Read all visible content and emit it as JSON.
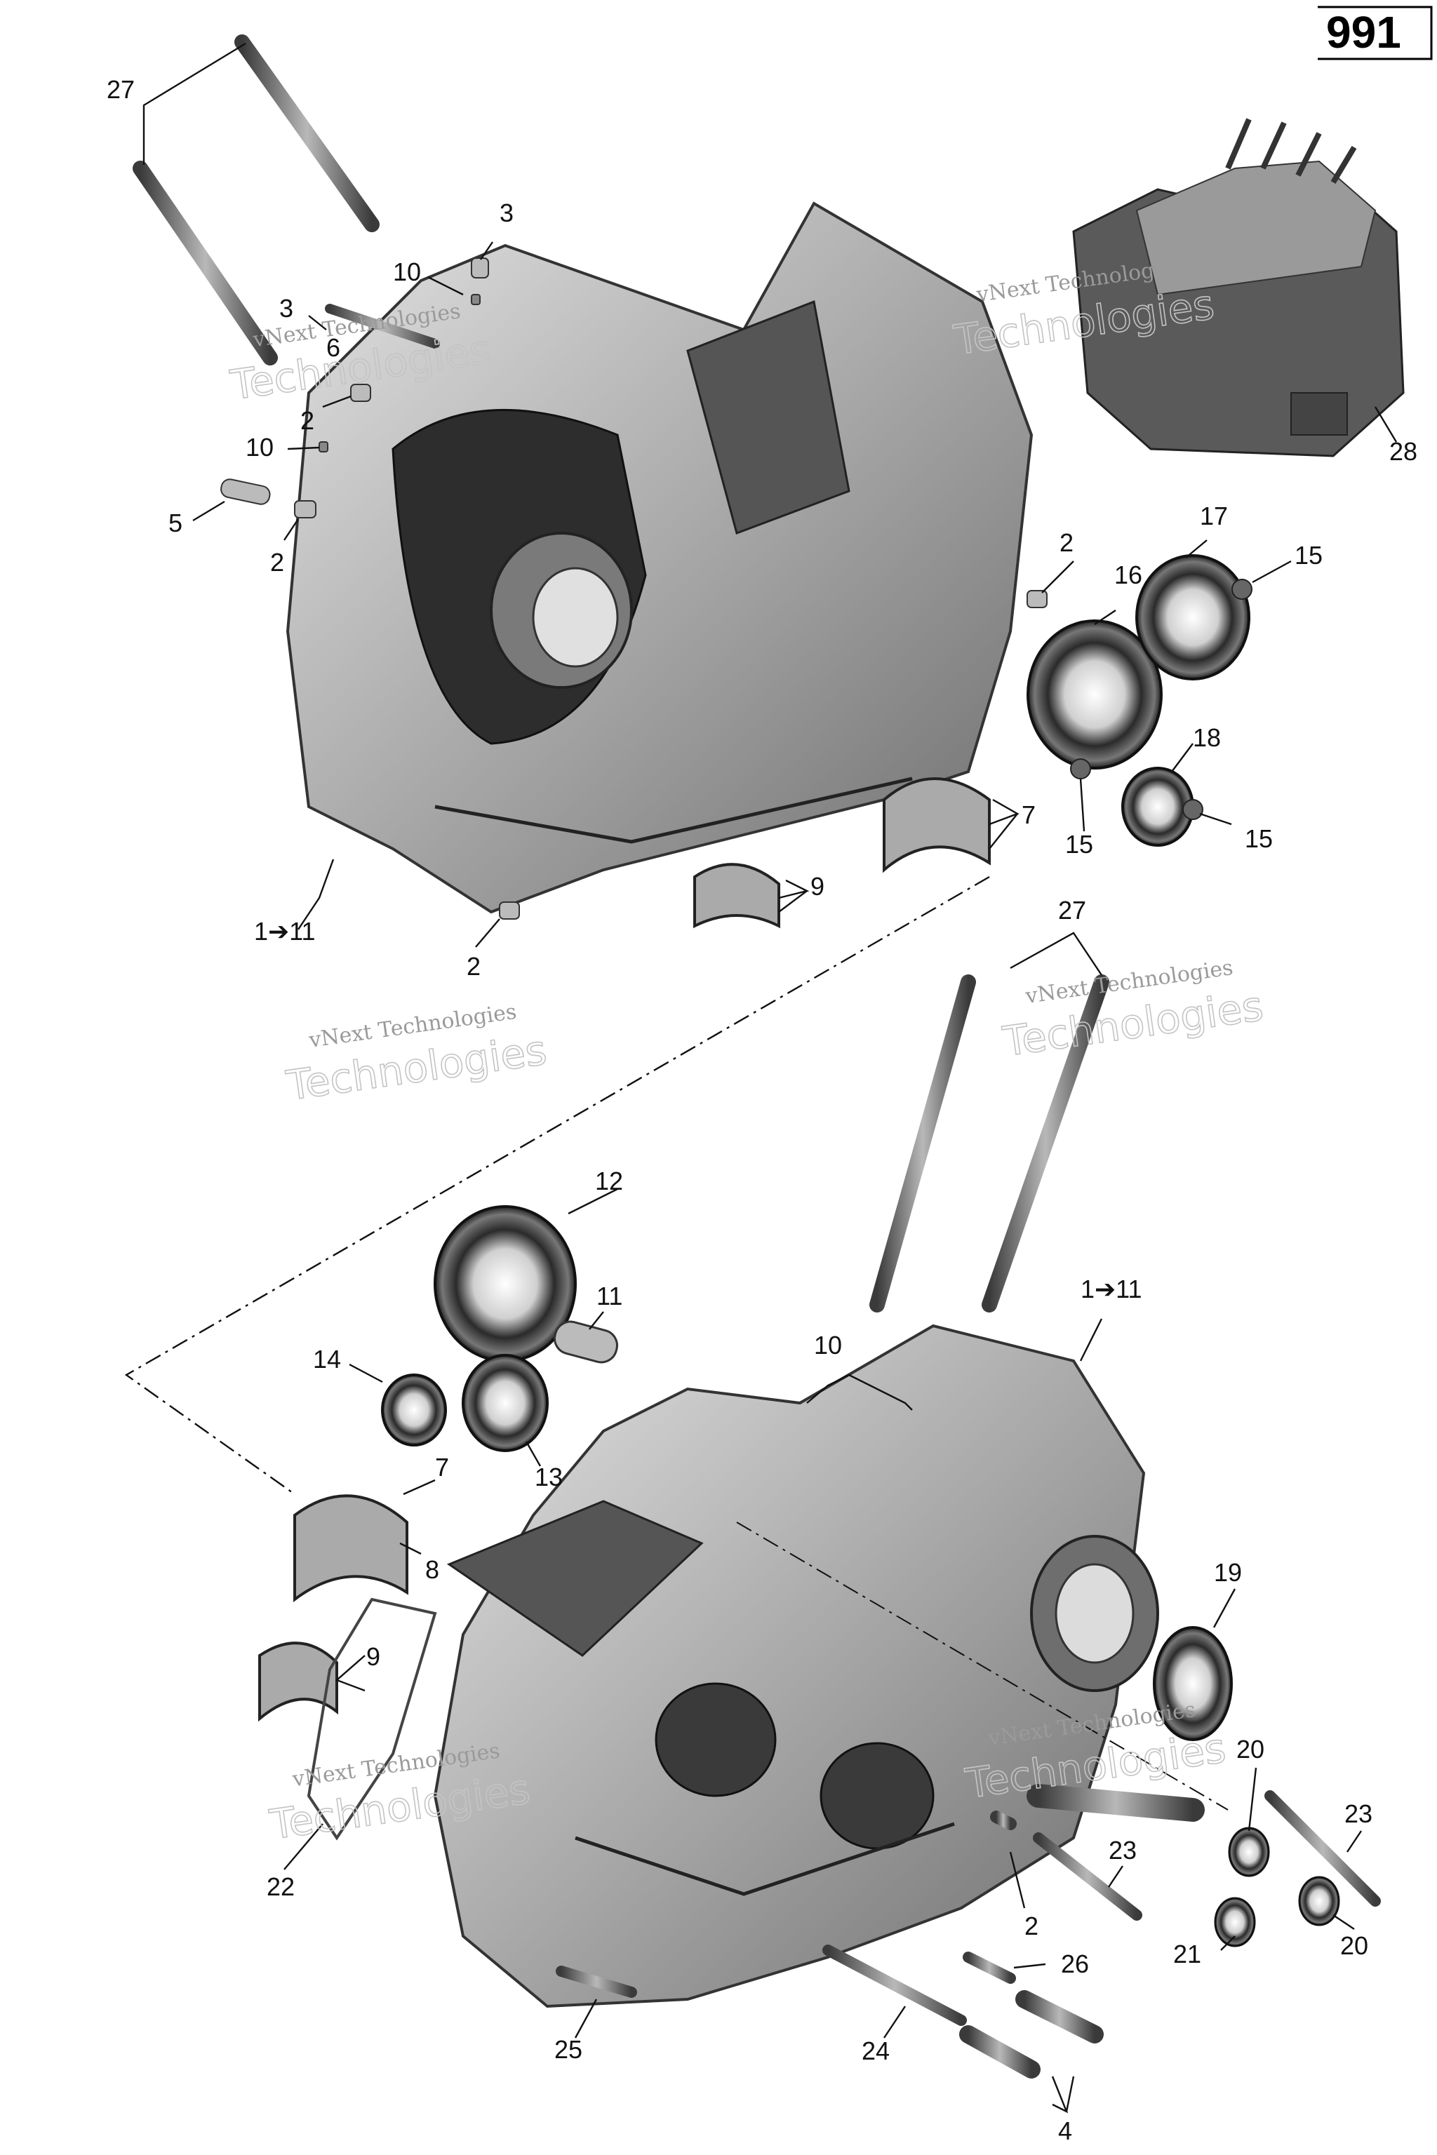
{
  "page_number": "991",
  "watermark": {
    "line1": "vNext Technologies",
    "line2": "Technologies"
  },
  "callouts": {
    "c27a": "27",
    "c3a": "3",
    "c10a": "10",
    "c3b": "3",
    "c6": "6",
    "c2a": "2",
    "c10b": "10",
    "c5": "5",
    "c2b": "2",
    "c111a": "1➔11",
    "c2c": "2",
    "c9a": "9",
    "c7a": "7",
    "c2d": "2",
    "c16": "16",
    "c17": "17",
    "c15a": "15",
    "c18": "18",
    "c15b": "15",
    "c15c": "15",
    "c28": "28",
    "c27b": "27",
    "c12": "12",
    "c11": "11",
    "c14": "14",
    "c13": "13",
    "c7b": "7",
    "c8": "8",
    "c9b": "9",
    "c10c": "10",
    "c111b": "1➔11",
    "c19": "19",
    "c20a": "20",
    "c23a": "23",
    "c23b": "23",
    "c20b": "20",
    "c21": "21",
    "c2e": "2",
    "c26": "26",
    "c22": "22",
    "c25": "25",
    "c24": "24",
    "c4": "4"
  }
}
